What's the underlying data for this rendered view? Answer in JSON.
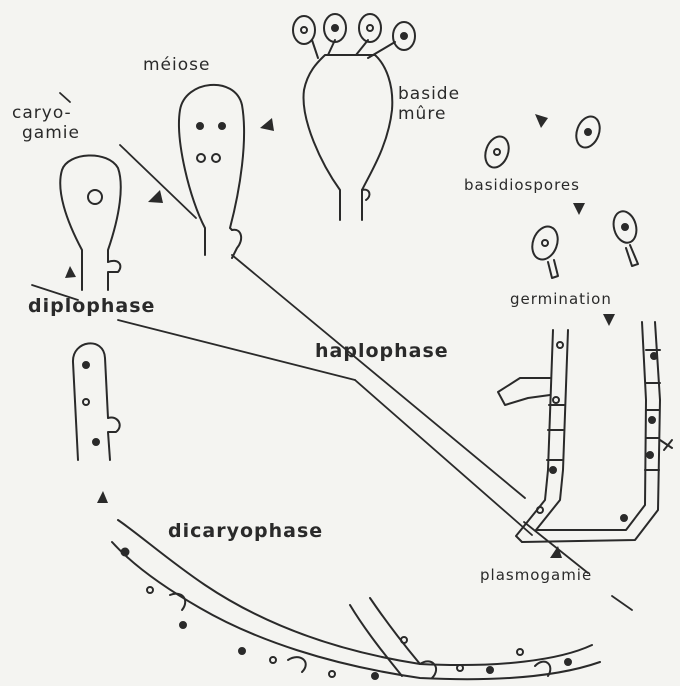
{
  "labels": {
    "meiose": "méiose",
    "caryogamie_1": "caryo-",
    "caryogamie_2": "gamie",
    "baside_1": "baside",
    "baside_2": "mûre",
    "basidiospores": "basidiospores",
    "germination": "germination",
    "diplophase": "diplophase",
    "haplophase": "haplophase",
    "dicaryophase": "dicaryophase",
    "plasmogamie": "plasmogamie"
  },
  "colors": {
    "ink": "#2a2a2a",
    "paper": "#f4f4f1"
  }
}
